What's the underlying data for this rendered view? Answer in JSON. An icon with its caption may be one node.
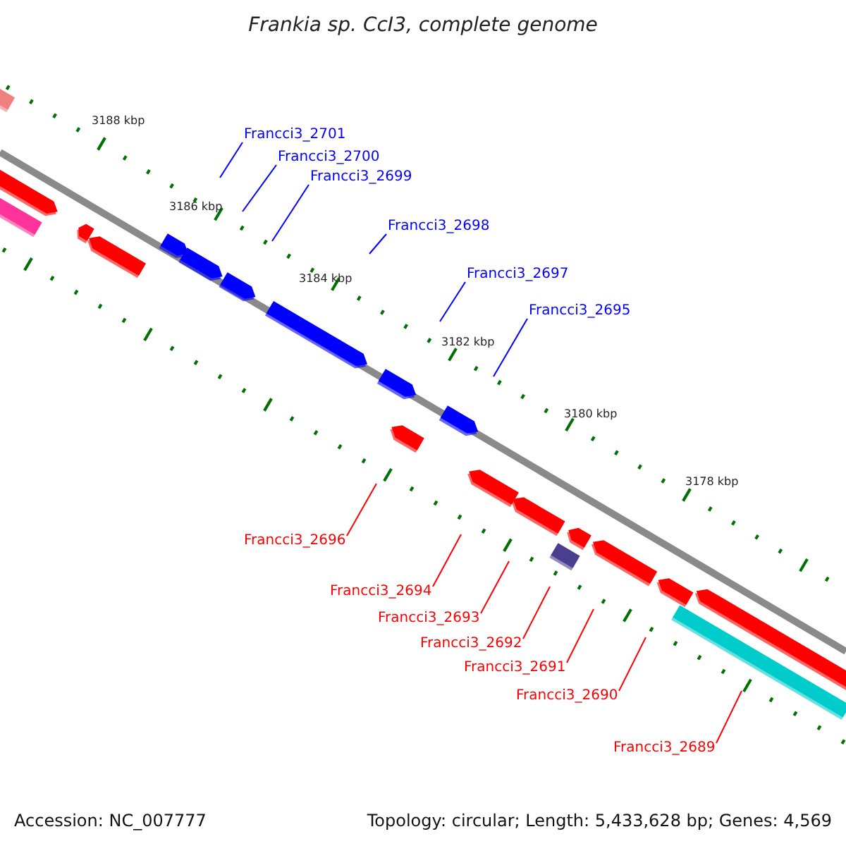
{
  "diagram": {
    "title": "Frankia sp. CcI3, complete genome",
    "nodes": [
      {
        "text": [
          "Francci3_2701"
        ]
      },
      {
        "text": [
          "Francci3_2700"
        ]
      },
      {
        "text": [
          "Francci3_2699"
        ]
      },
      {
        "text": [
          "Francci3_2698"
        ]
      },
      {
        "text": [
          "Francci3_2697"
        ]
      },
      {
        "text": [
          "Francci3_2695"
        ]
      },
      {
        "text": [
          "Francci3_2696"
        ]
      },
      {
        "text": [
          "Francci3_2694"
        ]
      },
      {
        "text": [
          "Francci3_2693"
        ]
      },
      {
        "text": [
          "Francci3_2692"
        ]
      },
      {
        "text": [
          "Francci3_2691"
        ]
      },
      {
        "text": [
          "Francci3_2690"
        ]
      },
      {
        "text": [
          "Francci3_2689"
        ]
      }
    ],
    "edges": [
      {
        "from": 0,
        "to": null,
        "arrow": "none",
        "color": "#0000ff"
      },
      {
        "from": 1,
        "to": null,
        "arrow": "none",
        "color": "#0000ff"
      },
      {
        "from": 2,
        "to": null,
        "arrow": "none",
        "color": "#0000ff"
      },
      {
        "from": 3,
        "to": null,
        "arrow": "none",
        "color": "#0000ff"
      },
      {
        "from": 4,
        "to": null,
        "arrow": "none",
        "color": "#0000ff"
      },
      {
        "from": 5,
        "to": null,
        "arrow": "none",
        "color": "#0000ff"
      },
      {
        "from": 6,
        "to": null,
        "arrow": "none",
        "color": "#ff0000"
      },
      {
        "from": 7,
        "to": null,
        "arrow": "none",
        "color": "#ff0000"
      },
      {
        "from": 8,
        "to": null,
        "arrow": "none",
        "color": "#ff0000"
      },
      {
        "from": 9,
        "to": null,
        "arrow": "none",
        "color": "#ff0000"
      },
      {
        "from": 10,
        "to": null,
        "arrow": "none",
        "color": "#ff0000"
      },
      {
        "from": 11,
        "to": null,
        "arrow": "none",
        "color": "#ff0000"
      },
      {
        "from": 12,
        "to": null,
        "arrow": "none",
        "color": "#ff0000"
      }
    ],
    "labels": [
      "3188 kbp",
      "3186 kbp",
      "3184 kbp",
      "3182 kbp",
      "3180 kbp",
      "3178 kbp",
      "Accession: NC_007777",
      "Topology: circular; Length: 5,433,628 bp; Genes: 4,569"
    ]
  }
}
